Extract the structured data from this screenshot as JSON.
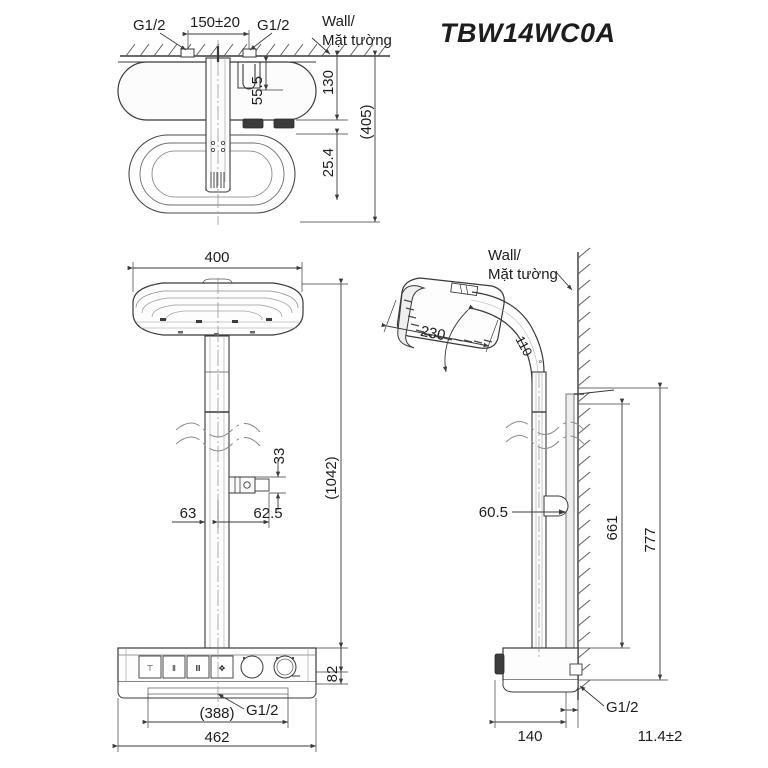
{
  "drawing": {
    "title": "TBW14WC0A",
    "units": "mm",
    "type": "technical-drawing",
    "subject": "shower column with overhead shower, hand shower and thermostatic mixer"
  },
  "labels": {
    "wall_en": "Wall/",
    "wall_vi": "Mặt tường",
    "thread_g12": "G1/2"
  },
  "views": {
    "top": {
      "name": "top-view",
      "dimensions": {
        "inlet_spacing": "150±20",
        "inlet_left_thread": "G1/2",
        "inlet_right_thread": "G1/2",
        "depth_55_5": "55.5",
        "depth_130": "130",
        "depth_25_4": "25.4",
        "overall_depth": "(405)"
      }
    },
    "front": {
      "name": "front-elevation",
      "dimensions": {
        "head_width": "400",
        "overall_height": "(1042)",
        "bracket_height": "33",
        "bracket_offset": "62.5",
        "pole_offset": "63",
        "body_height": "82",
        "body_inner_width": "(388)",
        "body_width": "462",
        "outlet_thread": "G1/2"
      }
    },
    "side": {
      "name": "side-elevation",
      "dimensions": {
        "head_diameter": "230",
        "head_angle": "110",
        "angle_unit": "°",
        "holder_offset": "60.5",
        "height_661": "661",
        "height_777": "777",
        "body_depth": "140",
        "wall_gap": "11.4±2",
        "outlet_thread": "G1/2",
        "wall_en": "Wall/",
        "wall_vi": "Mặt tường"
      }
    }
  },
  "colors": {
    "line": "#3a3a3a",
    "thin": "#6e6e6e",
    "text": "#1d1d1d",
    "fill_light": "#fbfbfb",
    "dark_part": "#3c3c3c"
  }
}
